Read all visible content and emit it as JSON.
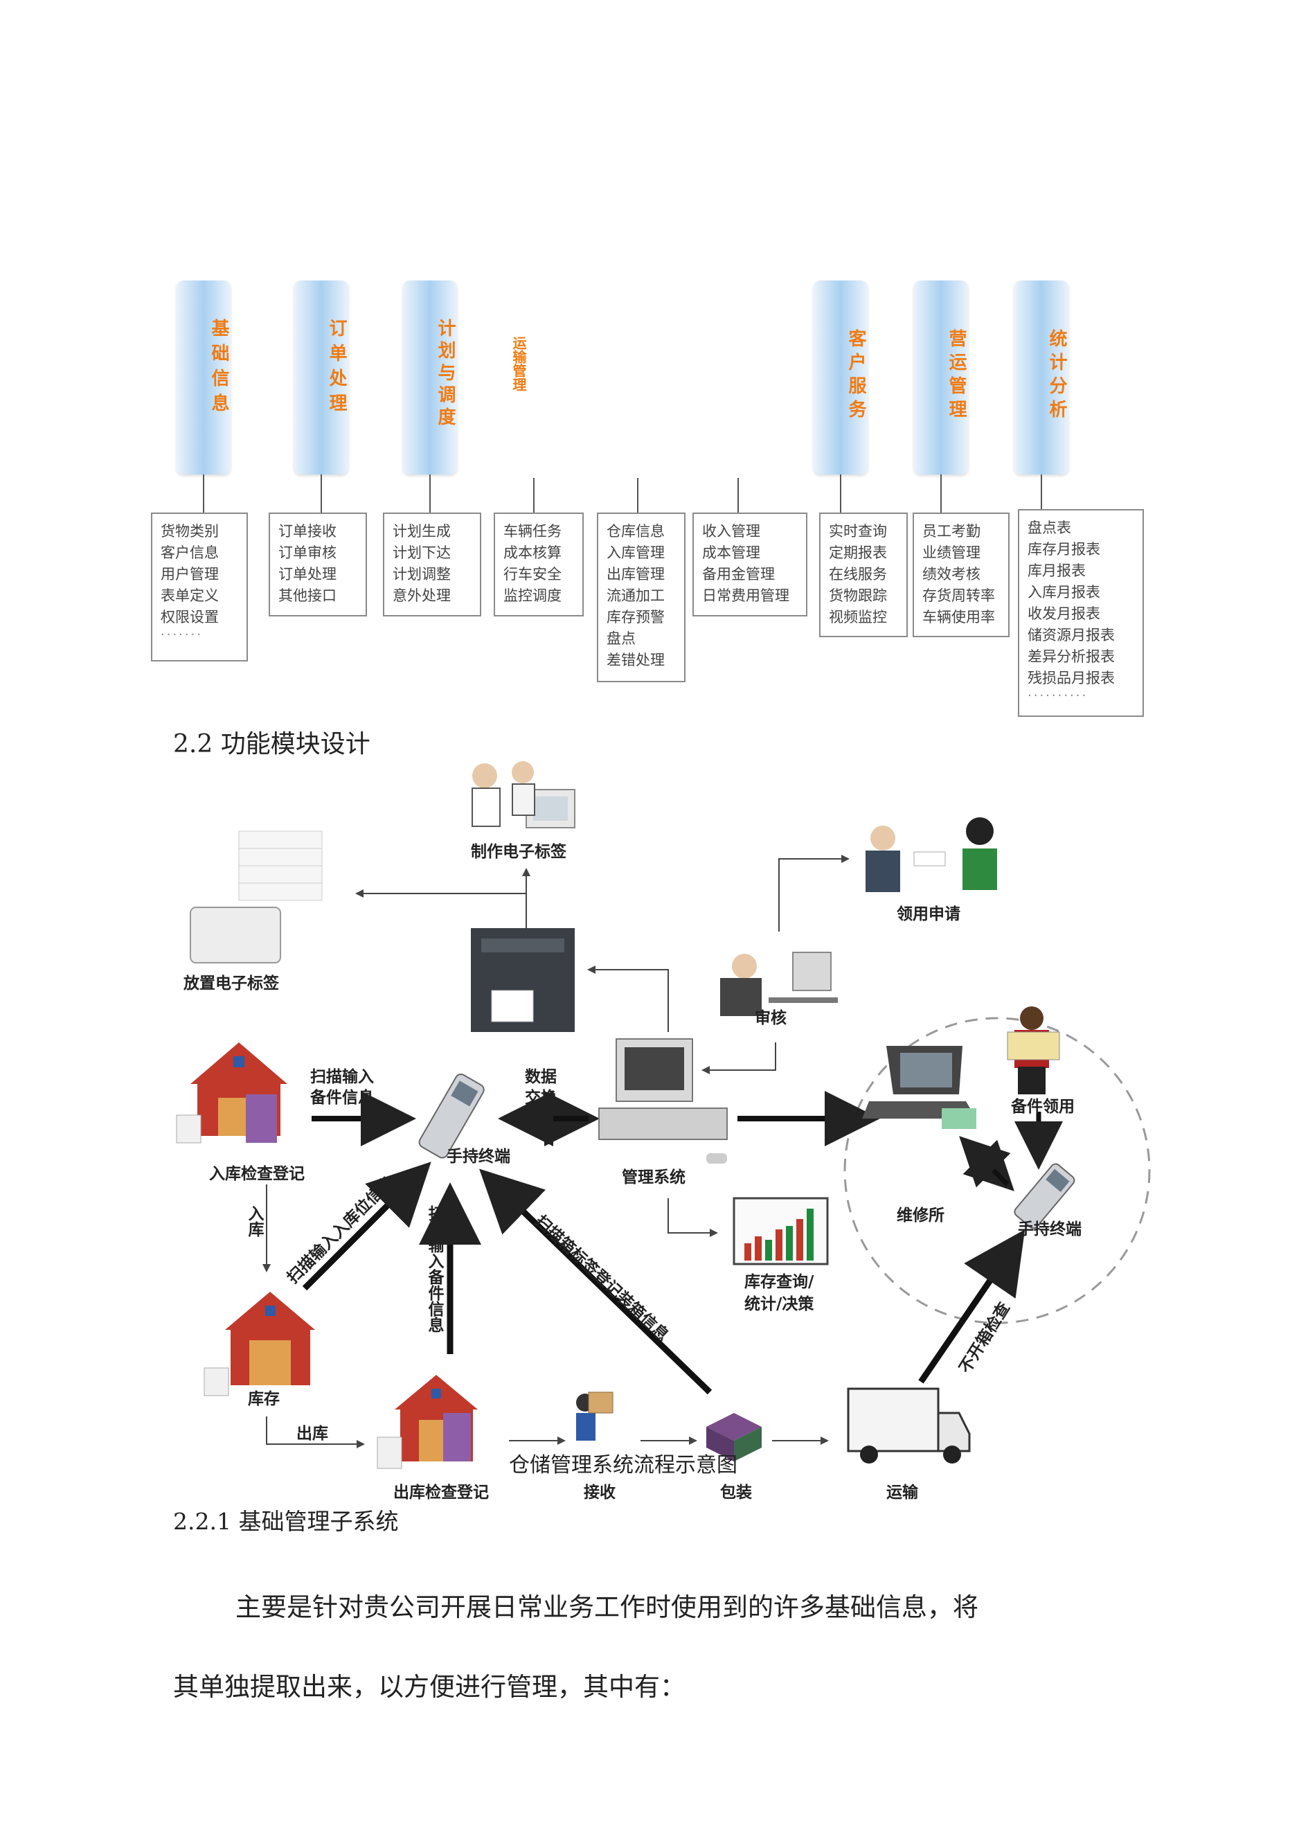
{
  "modules": [
    {
      "title": "基础信息",
      "items": [
        "货物类别",
        "客户信息",
        "用户管理",
        "表单定义",
        "权限设置"
      ],
      "dots": "·······"
    },
    {
      "title": "订单处理",
      "items": [
        "订单接收",
        "订单审核",
        "订单处理",
        "其他接口"
      ],
      "dots": ""
    },
    {
      "title": "计划与调度",
      "items": [
        "计划生成",
        "计划下达",
        "计划调整",
        "意外处理"
      ],
      "dots": ""
    },
    {
      "title": "运输管理",
      "items": [
        "车辆任务",
        "成本核算",
        "行车安全",
        "监控调度"
      ],
      "dots": ""
    },
    {
      "title": "",
      "items": [
        "仓库信息",
        "入库管理",
        "出库管理",
        "流通加工",
        "库存预警",
        "盘点",
        "差错处理"
      ],
      "dots": ""
    },
    {
      "title": "",
      "items": [
        "收入管理",
        "成本管理",
        "备用金管理",
        "日常费用管理"
      ],
      "dots": ""
    },
    {
      "title": "客户服务",
      "items": [
        "实时查询",
        "定期报表",
        "在线服务",
        "货物跟踪",
        "视频监控"
      ],
      "dots": ""
    },
    {
      "title": "营运管理",
      "items": [
        "员工考勤",
        "业绩管理",
        "绩效考核",
        "存货周转率",
        "车辆使用率"
      ],
      "dots": ""
    },
    {
      "title": "统计分析",
      "items": [
        "盘点表",
        "库存月报表",
        "库月报表",
        "入库月报表",
        "收发月报表",
        "储资源月报表",
        "差异分析报表",
        "残损品月报表"
      ],
      "dots": "··········"
    }
  ],
  "section_heading": "2.2 功能模块设计",
  "flow": {
    "make_tag": "制作电子标签",
    "place_tag": "放置电子标签",
    "apply": "领用申请",
    "audit": "审核",
    "scan_input": "扫描输入\n备件信息",
    "data_exchange": "数据\n交换",
    "handheld": "手持终端",
    "mgmt_system": "管理系统",
    "inbound_check": "入库检查登记",
    "inbound": "入库",
    "scan_inbound_pos": "扫描输入入库位信息",
    "scan_parts": "扫描输入备件信息",
    "scan_box_tag": "扫描箱标签登记装箱信息",
    "stock_query": "库存查询/\n统计/决策",
    "parts_use": "备件领用",
    "repair_shop": "维修所",
    "handheld2": "手持终端",
    "no_open_check": "不开箱检查",
    "stock": "库存",
    "outbound": "出库",
    "outbound_check": "出库检查登记",
    "receive": "接收",
    "pack": "包装",
    "transport": "运输",
    "caption": "仓储管理系统流程示意图"
  },
  "sub_heading": "2.2.1 基础管理子系统",
  "para1": "主要是针对贵公司开展日常业务工作时使用到的许多基础信息，将",
  "para2": "其单独提取出来，以方便进行管理，其中有：",
  "colors": {
    "accent_orange": "#f07b12",
    "pill_blue": "#a9d0f0"
  }
}
